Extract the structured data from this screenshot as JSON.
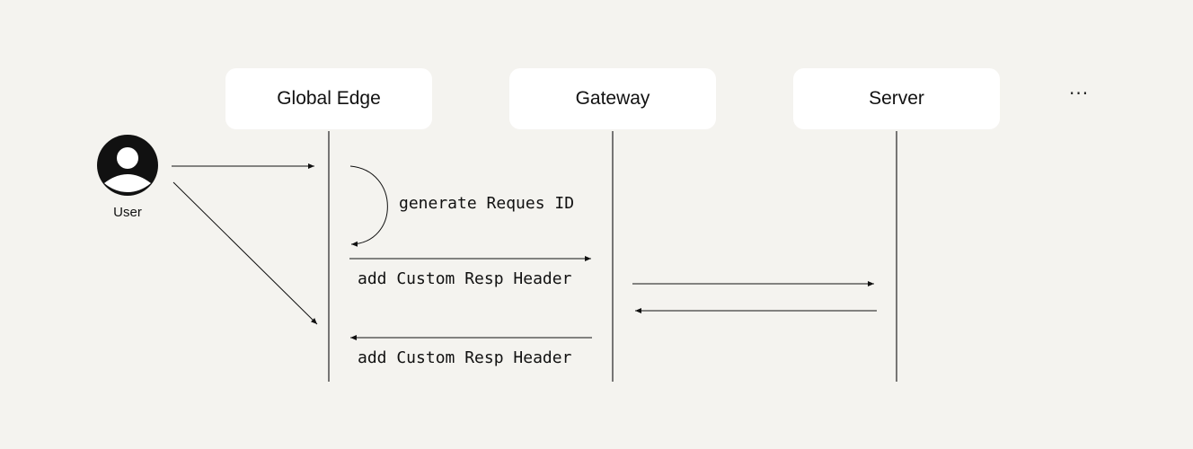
{
  "participants": {
    "global_edge": "Global Edge",
    "gateway": "Gateway",
    "server": "Server",
    "more": "···"
  },
  "actor": {
    "label": "User"
  },
  "messages": {
    "self_call": "generate Reques ID",
    "request_header": "add Custom Resp Header",
    "response_header": "add Custom Resp Header"
  }
}
